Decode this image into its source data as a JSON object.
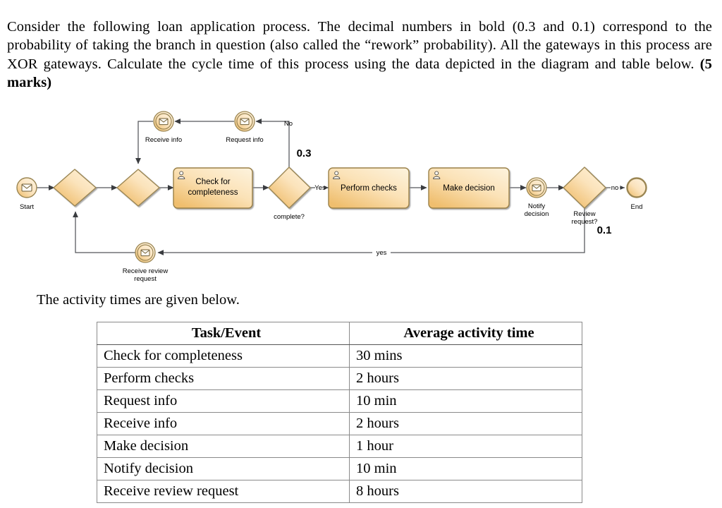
{
  "intro": {
    "text_part1": "Consider the following loan application process. The decimal numbers in bold (0.3 and 0.1) correspond to the probability of taking the branch in question (also called the “rework” probability). All the gateways in this process are XOR gateways. Calculate the cycle time of this process using the data depicted in the diagram and table below. ",
    "marks": "(5 marks)"
  },
  "diagram": {
    "title": "Loan application process BPMN diagram",
    "nodes": {
      "start_event": "Start",
      "end_event": "End",
      "receive_info": "Receive info",
      "request_info": "Request info",
      "receive_review_request_line1": "Receive review",
      "receive_review_request_line2": "request",
      "notify_decision_line1": "Notify",
      "notify_decision_line2": "decision",
      "task_check_line1": "Check for",
      "task_check_line2": "completeness",
      "task_perform_checks": "Perform checks",
      "task_make_decision": "Make decision",
      "gateway_complete": "complete?",
      "gateway_review_line1": "Review",
      "gateway_review_line2": "request?"
    },
    "edge_labels": {
      "no_upper": "No",
      "yes_upper": "Yes",
      "no_end": "no",
      "yes_lower": "yes"
    },
    "probabilities": {
      "rework_completeness": "0.3",
      "rework_review": "0.1"
    },
    "colors": {
      "fill_light": "#fdf0d2",
      "fill_dark": "#f0c171",
      "stroke": "#9b8653",
      "task_stroke": "#9a8046",
      "flow_stroke": "#55565a",
      "text": "#000000"
    }
  },
  "table_lead_in": "The activity times are given below.",
  "activity_table": {
    "headers": [
      "Task/Event",
      "Average activity time"
    ],
    "rows": [
      {
        "task": "Check for completeness",
        "time": "30 mins"
      },
      {
        "task": "Perform checks",
        "time": "2 hours"
      },
      {
        "task": "Request info",
        "time": "10 min"
      },
      {
        "task": "Receive info",
        "time": "2 hours"
      },
      {
        "task": "Make decision",
        "time": "1 hour"
      },
      {
        "task": "Notify decision",
        "time": "10 min"
      },
      {
        "task": "Receive review request",
        "time": "8 hours"
      }
    ]
  }
}
